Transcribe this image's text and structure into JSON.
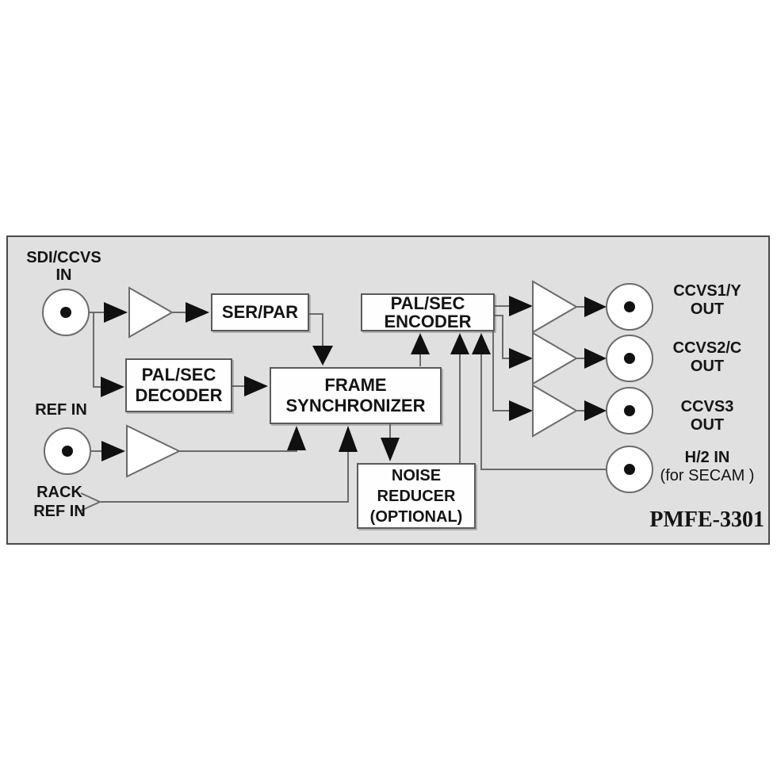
{
  "colors": {
    "page_bg": "#ffffff",
    "panel_bg": "#e0e0e0",
    "panel_border": "#4a4a4a",
    "line": "#6b6b6b",
    "arrow": "#101010",
    "box_bg": "#fefefe",
    "box_border": "#5a5a5a",
    "text": "#141414"
  },
  "panel": {
    "model": "PMFE-3301"
  },
  "icons": {
    "connector": "bnc-connector",
    "amplifier": "amplifier-triangle"
  },
  "inputs": {
    "sdi": {
      "line1": "SDI/CCVS",
      "line2": "IN"
    },
    "ref": {
      "line1": "REF IN"
    },
    "rack": {
      "line1": "RACK",
      "line2": "REF IN"
    }
  },
  "blocks": {
    "serpar": {
      "label": "SER/PAR"
    },
    "decoder": {
      "line1": "PAL/SEC",
      "line2": "DECODER"
    },
    "frame_sync": {
      "line1": "FRAME",
      "line2": "SYNCHRONIZER"
    },
    "encoder": {
      "line1": "PAL/SEC",
      "line2": "ENCODER"
    },
    "noise_reducer": {
      "line1": "NOISE",
      "line2": "REDUCER",
      "line3": "(OPTIONAL)"
    }
  },
  "outputs": [
    {
      "line1": "CCVS1/Y",
      "line2": "OUT"
    },
    {
      "line1": "CCVS2/C",
      "line2": "OUT"
    },
    {
      "line1": "CCVS3",
      "line2": "OUT"
    },
    {
      "line1": "H/2 IN",
      "line2": "(for SECAM )"
    }
  ]
}
